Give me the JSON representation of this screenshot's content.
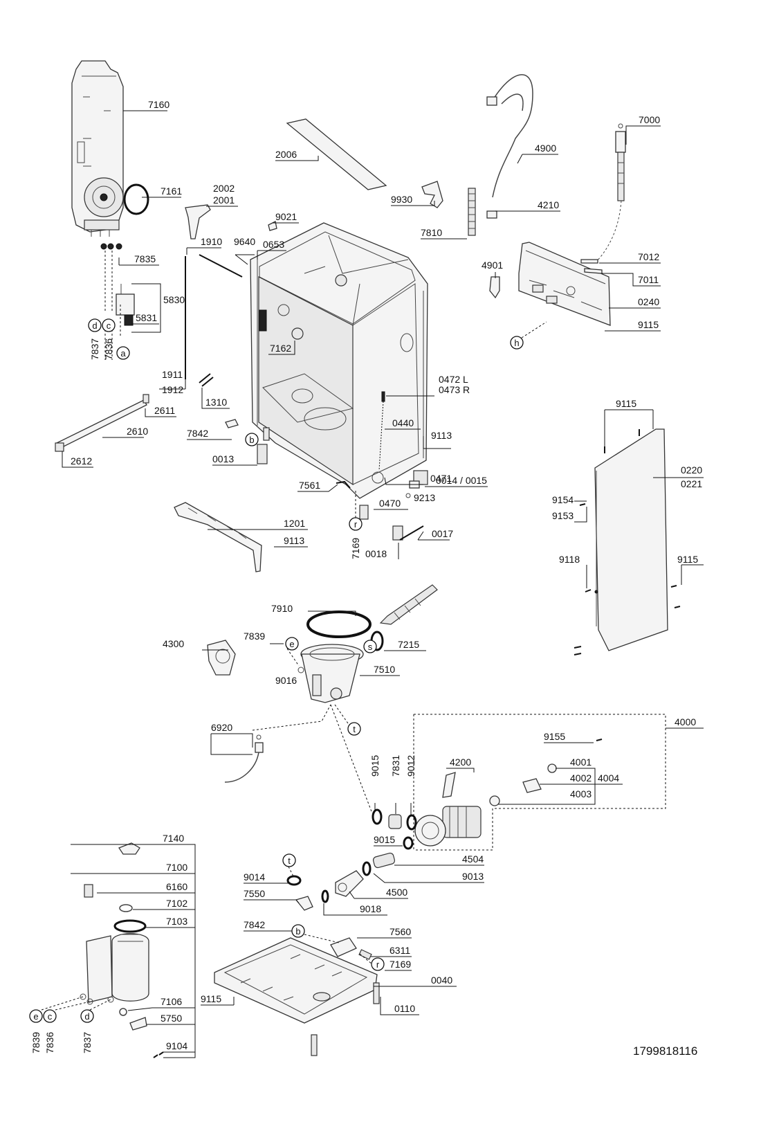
{
  "document_number": "1799818116",
  "labels": {
    "l7160": "7160",
    "l7161": "7161",
    "l2002": "2002",
    "l2001": "2001",
    "l9021": "9021",
    "l1910": "1910",
    "l9640": "9640",
    "l0653": "0653",
    "l7835": "7835",
    "l5830": "5830",
    "l5831": "5831",
    "l7837": "7837",
    "l7836": "7836",
    "l1911": "1911",
    "l1912": "1912",
    "l1310": "1310",
    "l2611": "2611",
    "l2610": "2610",
    "l2612": "2612",
    "l7842": "7842",
    "l0013": "0013",
    "l7561": "7561",
    "l1201": "1201",
    "l9113a": "9113",
    "l7169": "7169",
    "l2006": "2006",
    "l9930": "9930",
    "l7810": "7810",
    "l7162": "7162",
    "l4900": "4900",
    "l4210": "4210",
    "l7000": "7000",
    "l4901": "4901",
    "l7012": "7012",
    "l7011": "7011",
    "l0240": "0240",
    "l9115a": "9115",
    "l0472": "0472 L",
    "l0473": "0473 R",
    "l0440": "0440",
    "l9113b": "9113",
    "l0471": "0471",
    "l0014": "0014 / 0015",
    "l0470": "0470",
    "l9213": "9213",
    "l0017": "0017",
    "l0018": "0018",
    "l9115b": "9115",
    "l0220": "0220",
    "l0221": "0221",
    "l9154": "9154",
    "l9153": "9153",
    "l9118": "9118",
    "l9115c": "9115",
    "l7910": "7910",
    "l4300": "4300",
    "l7839": "7839",
    "l9016": "9016",
    "l7215": "7215",
    "l7510": "7510",
    "l6920": "6920",
    "l4000": "4000",
    "l9155": "9155",
    "l9015a": "9015",
    "l7831": "7831",
    "l9012": "9012",
    "l4200": "4200",
    "l4001": "4001",
    "l4002": "4002",
    "l4004": "4004",
    "l4003": "4003",
    "l9015b": "9015",
    "l4504": "4504",
    "l9013": "9013",
    "l9014": "9014",
    "l4500": "4500",
    "l7550": "7550",
    "l9018": "9018",
    "l7140": "7140",
    "l7100": "7100",
    "l6160": "6160",
    "l7102": "7102",
    "l7103": "7103",
    "l7842b": "7842",
    "l7560": "7560",
    "l6311": "6311",
    "l7169b": "7169",
    "l0040": "0040",
    "l9115d": "9115",
    "l0110": "0110",
    "l7106": "7106",
    "l5750": "5750",
    "l9104": "9104",
    "l7839b": "7839",
    "l7836b": "7836",
    "l7837b": "7837"
  },
  "callouts": {
    "a": "a",
    "b": "b",
    "c": "c",
    "d": "d",
    "e": "e",
    "h": "h",
    "r": "r",
    "s": "s",
    "t": "t"
  }
}
